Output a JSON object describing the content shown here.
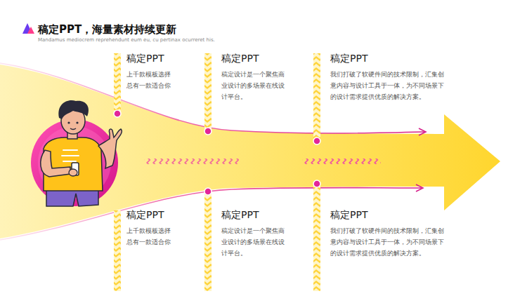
{
  "diagram": {
    "title": "稿定PPT，海量素材持续更新",
    "labels": [
      "Mandamus mediocrem reprehendunt eum eu, cu pertinax ocurreret his.",
      "稿定PPT",
      "上千款模板选择 总有一款适合你",
      "稿定PPT",
      "稿定设计是一个聚焦商业设计的多场景在线设计平台。",
      "稿定PPT",
      "我们打破了软硬件间的技术限制，汇集创意内容与设计工具于一体，为不同场景下的设计需求提供优质的解决方案。",
      "稿定PPT",
      "上千款模板选择 总有一款适合你",
      "稿定PPT",
      "稿定设计是一个聚焦商业设计的多场景在线设计平台。",
      "稿定PPT",
      "我们打破了软硬件间的技术限制，汇集创意内容与设计工具于一体，为不同场景下的设计需求提供优质的解决方案。"
    ]
  }
}
